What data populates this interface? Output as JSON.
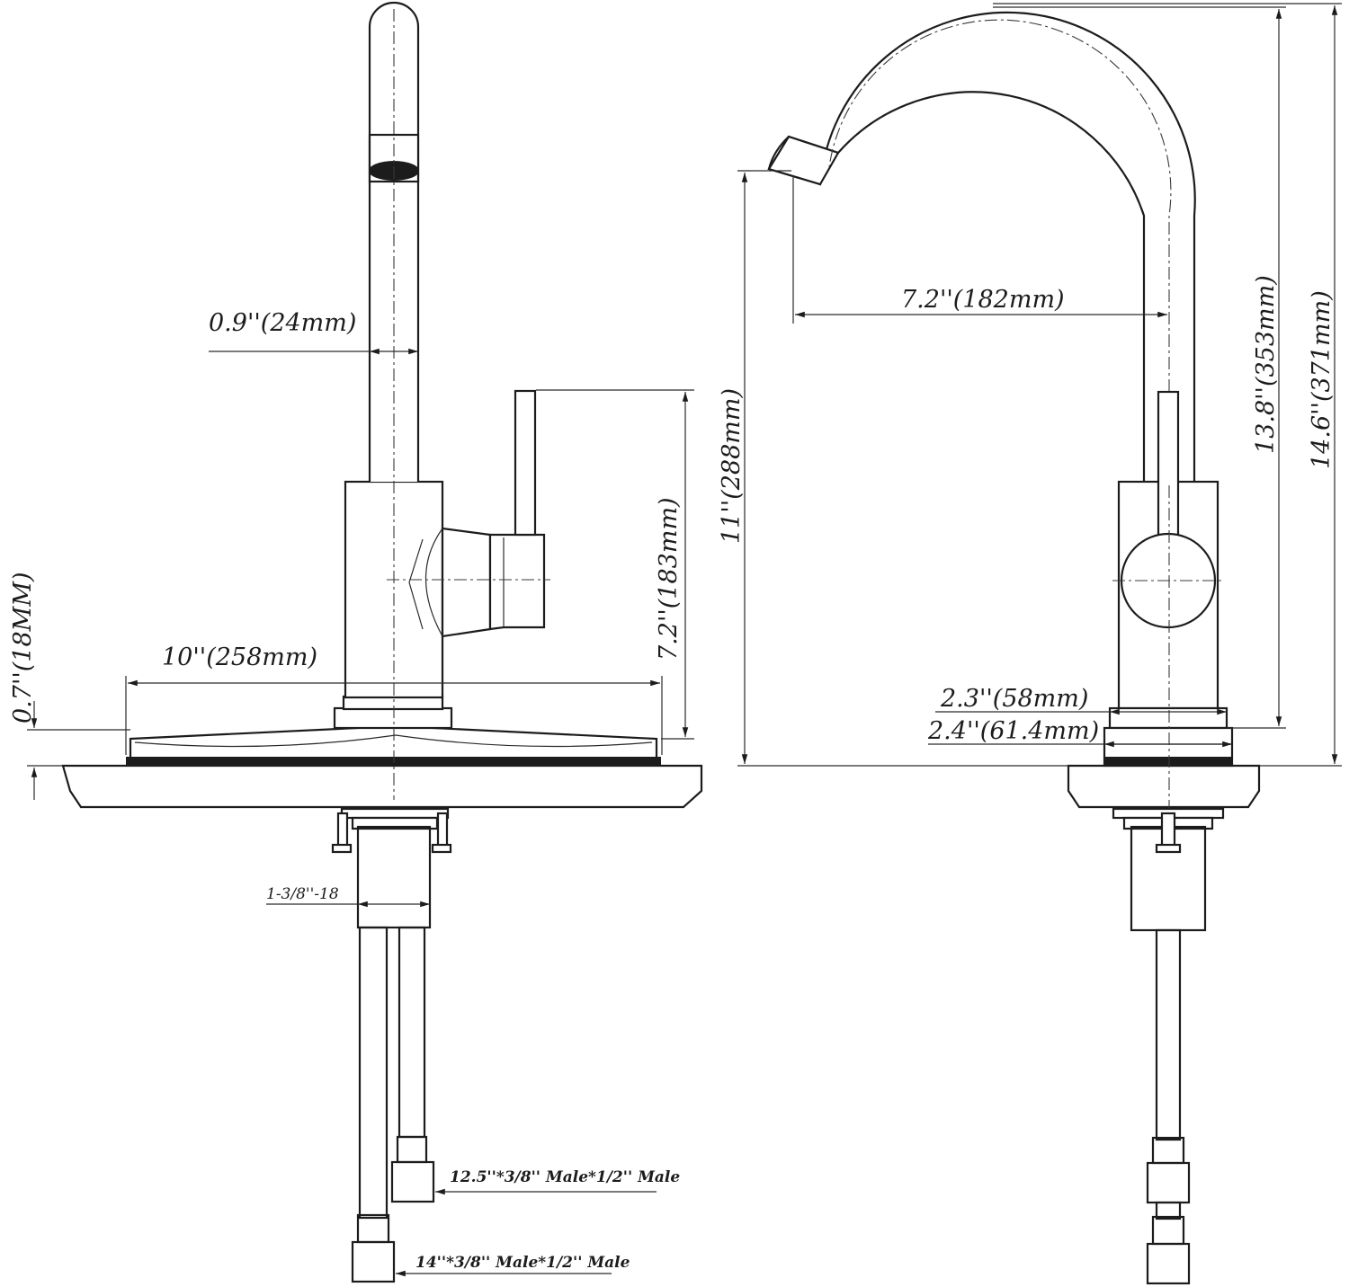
{
  "labels": {
    "spout_diameter": "0.9''(24mm)",
    "handle_height": "7.2''(183mm)",
    "deck_width": "10''(258mm)",
    "deck_thickness": "0.7''(18MM)",
    "thread": "1-3/8''-18",
    "hose_short": "12.5''*3/8'' Male*1/2'' Male",
    "hose_long": "14''*3/8'' Male*1/2'' Male",
    "spout_reach": "7.2''(182mm)",
    "spout_outlet_height": "11''(288mm)",
    "handle_top_height": "13.8''(353mm)",
    "total_height": "14.6''(371mm)",
    "base_diameter": "2.3''(58mm)",
    "flange_diameter": "2.4''(61.4mm)"
  },
  "colors": {
    "line": "#1c1c1c",
    "background": "#ffffff",
    "counter_speckle": "#333333"
  }
}
